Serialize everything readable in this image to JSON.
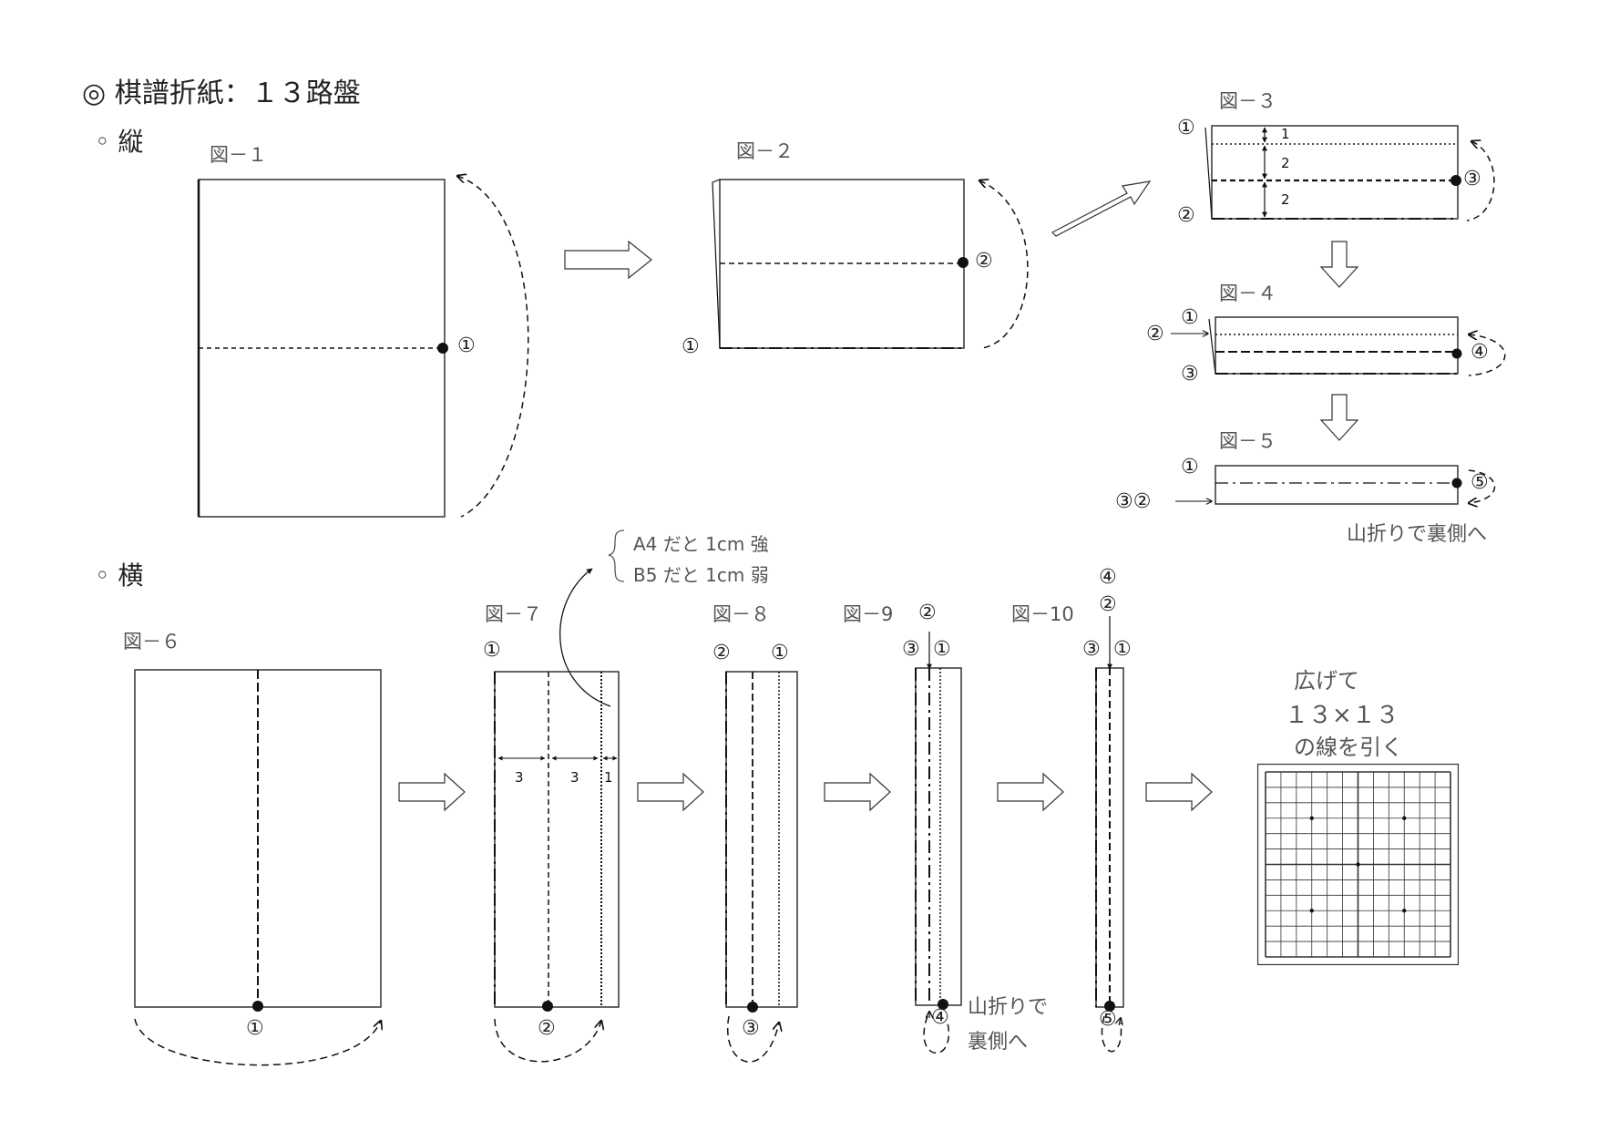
{
  "title": "◎ 棋譜折紙：１３路盤",
  "sections": {
    "tate": "◦ 縦",
    "yoko": "◦ 横"
  },
  "figures": {
    "fig1": "図－１",
    "fig2": "図－２",
    "fig3": "図－３",
    "fig4": "図－４",
    "fig5": "図－５",
    "fig6": "図－６",
    "fig7": "図－７",
    "fig8": "図－８",
    "fig9": "図－9",
    "fig10": "図－10"
  },
  "marks": {
    "c1": "①",
    "c2": "②",
    "c3": "③",
    "c4": "④",
    "c5": "⑤",
    "c32": "③②"
  },
  "dims": {
    "d1": "1",
    "d2": "2",
    "d3": "3"
  },
  "notes": {
    "mountain_fold_back": "山折りで裏側へ",
    "mountain_fold_line1": "山折りで",
    "mountain_fold_line2": "裏側へ",
    "a4": "A4 だと 1cm 強",
    "b5": "B5 だと 1cm 弱"
  },
  "result": {
    "line1": "広げて",
    "line2": "１３×１３",
    "line3": "の線を引く"
  },
  "board": {
    "lines": 13,
    "star_points": 5
  }
}
